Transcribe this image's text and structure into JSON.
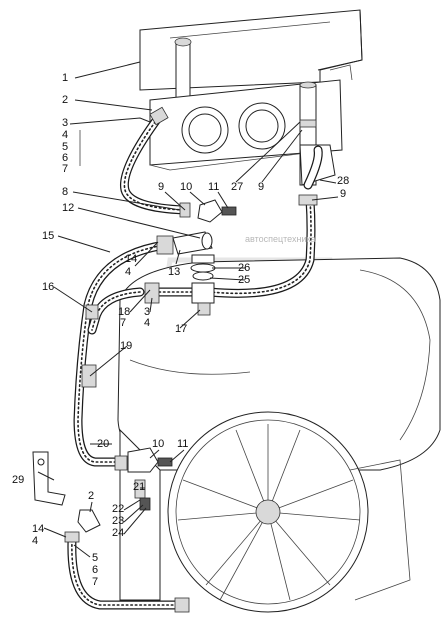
{
  "callouts": {
    "n1": "1",
    "n2": "2",
    "n3": "3",
    "n4": "4",
    "n5": "5",
    "n6": "6",
    "n7": "7",
    "n8": "8",
    "n9a": "9",
    "n10": "10",
    "n11": "11",
    "n27": "27",
    "n9b": "9",
    "n28": "28",
    "n9c": "9",
    "n12": "12",
    "n15": "15",
    "n14": "14",
    "n4b": "4",
    "n13": "13",
    "n26": "26",
    "n25": "25",
    "n16": "16",
    "n18": "18",
    "n7b": "7",
    "n3b": "3",
    "n4c": "4",
    "n17": "17",
    "n19": "19",
    "n20": "20",
    "n10b": "10",
    "n11b": "11",
    "n29": "29",
    "n21": "21",
    "n2b": "2",
    "n22": "22",
    "n23": "23",
    "n24": "24",
    "n14b": "14",
    "n4d": "4",
    "n5b": "5",
    "n6b": "6",
    "n7c": "7"
  },
  "colors": {
    "line": "#222222",
    "hose": "#1a1a1a",
    "watermark": "#c8c8c8"
  },
  "icons": [
    "hose-icon",
    "clamp-icon",
    "bracket-icon",
    "fan-icon",
    "tank-icon"
  ]
}
